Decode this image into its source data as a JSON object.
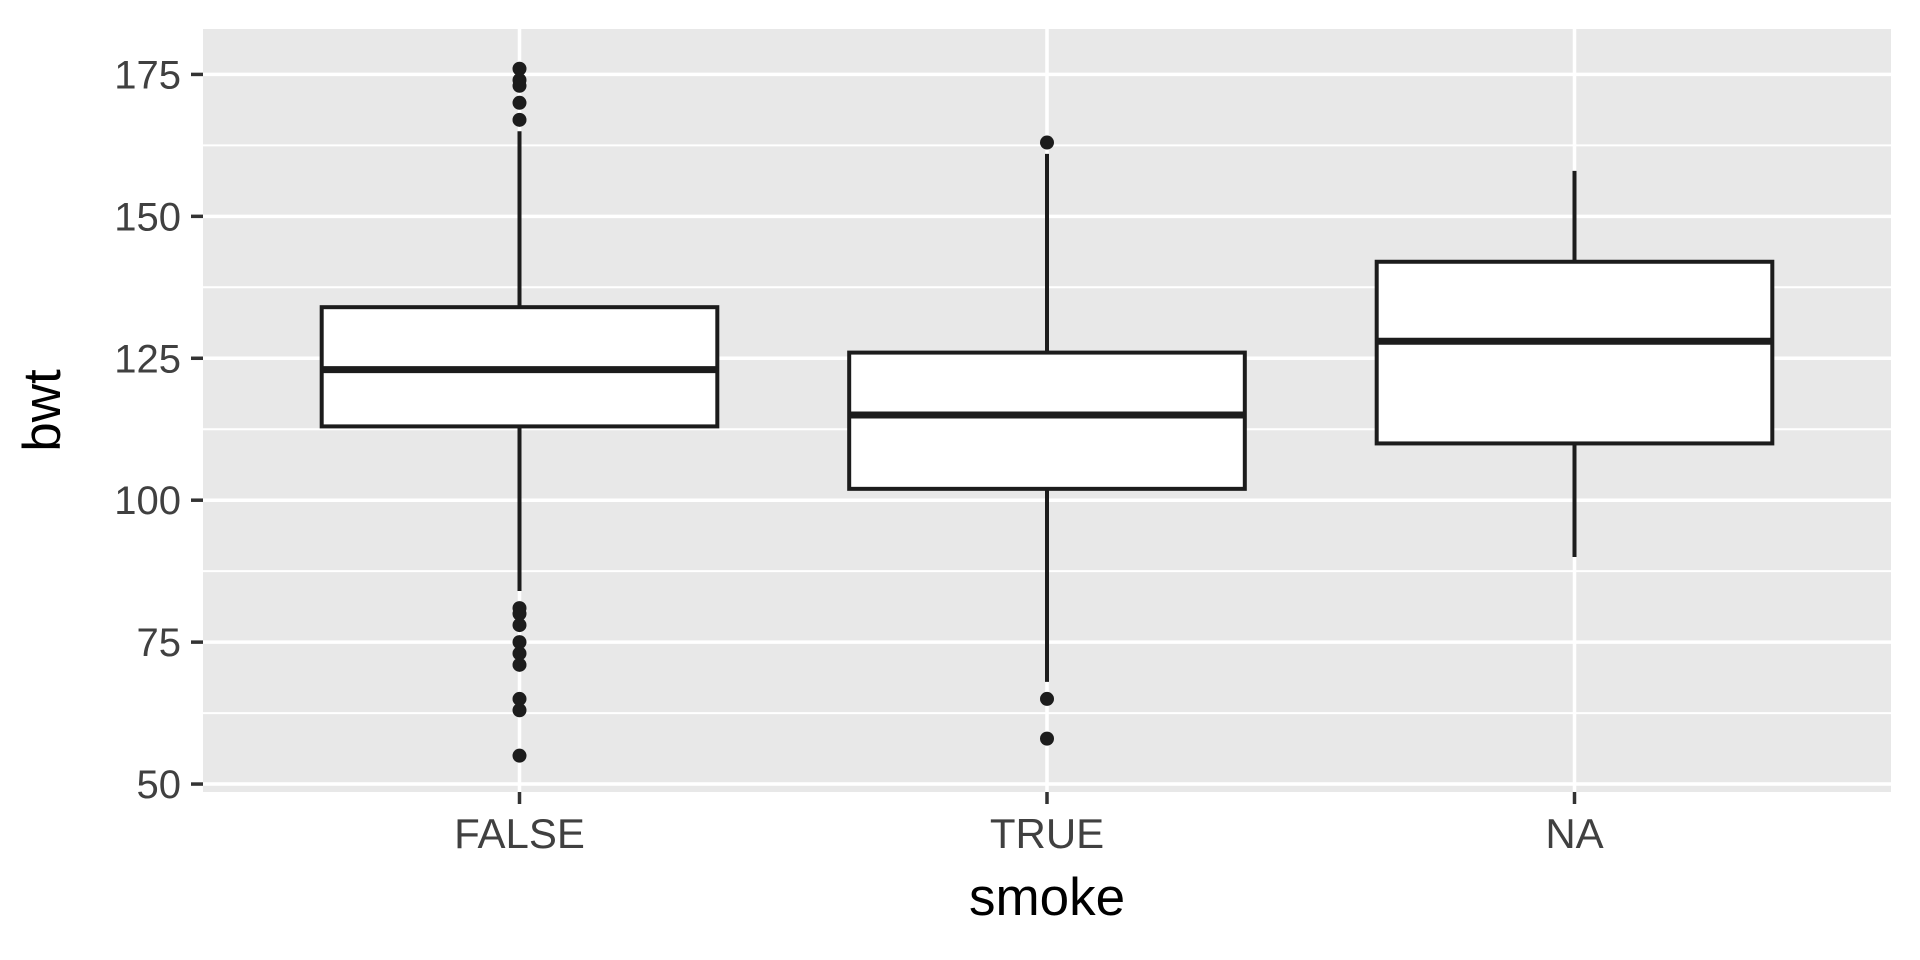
{
  "chart_data": {
    "type": "boxplot",
    "title": "",
    "xlabel": "smoke",
    "ylabel": "bwt",
    "categories": [
      "FALSE",
      "TRUE",
      "NA"
    ],
    "y_ticks": [
      50,
      75,
      100,
      125,
      150,
      175
    ],
    "y_minor_ticks": [
      62.5,
      87.5,
      112.5,
      137.5,
      162.5
    ],
    "ylim": [
      48.6,
      183.0
    ],
    "grid": true,
    "legend": "none",
    "series": [
      {
        "category": "FALSE",
        "whisker_low": 84,
        "q1": 113,
        "median": 123,
        "q3": 134,
        "whisker_high": 165,
        "outliers": [
          176,
          174,
          173,
          170,
          167,
          81,
          80,
          78,
          75,
          73,
          71,
          65,
          63,
          55
        ]
      },
      {
        "category": "TRUE",
        "whisker_low": 68,
        "q1": 102,
        "median": 115,
        "q3": 126,
        "whisker_high": 161,
        "outliers": [
          163,
          65,
          58
        ]
      },
      {
        "category": "NA",
        "whisker_low": 90,
        "q1": 110,
        "median": 128,
        "q3": 142,
        "whisker_high": 158,
        "outliers": []
      }
    ],
    "colors": {
      "background": "#FFFFFF",
      "panel_background": "#E8E8E8",
      "grid_major": "#FFFFFF",
      "grid_minor": "#FFFFFF",
      "box_fill": "#FFFFFF",
      "box_stroke": "#1C1C1C",
      "median_stroke": "#1C1C1C",
      "whisker_stroke": "#1C1C1C",
      "outlier_fill": "#1C1C1C",
      "tick_mark": "#333333",
      "axis_tick_text": "#404040",
      "axis_title_text": "#000000"
    }
  }
}
